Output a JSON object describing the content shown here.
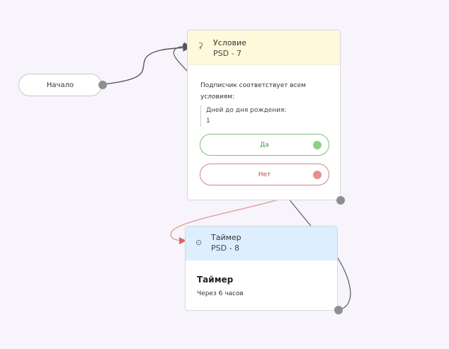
{
  "start_node": {
    "label": "Начало"
  },
  "condition_node": {
    "icon": "condition-fork-icon",
    "icon_glyph": "⚳",
    "title": "Условие",
    "subtitle": "PSD - 7",
    "description": "Подписчик соответствует всем условиям:",
    "criterion_label": "Дней до дня рождения:",
    "criterion_value": "1",
    "branch_yes": "Да",
    "branch_no": "Нет"
  },
  "timer_node": {
    "icon": "clock-icon",
    "icon_glyph": "⊙",
    "title": "Таймер",
    "subtitle": "PSD - 8",
    "heading": "Таймер",
    "description": "Через 6 часов"
  },
  "colors": {
    "canvas_bg": "#f7f4fb",
    "condition_header": "#fff9db",
    "timer_header": "#ddeeff",
    "yes": "#3e9a3e",
    "no": "#b84a4a",
    "link": "#555555",
    "link_no": "#d46a6a"
  }
}
